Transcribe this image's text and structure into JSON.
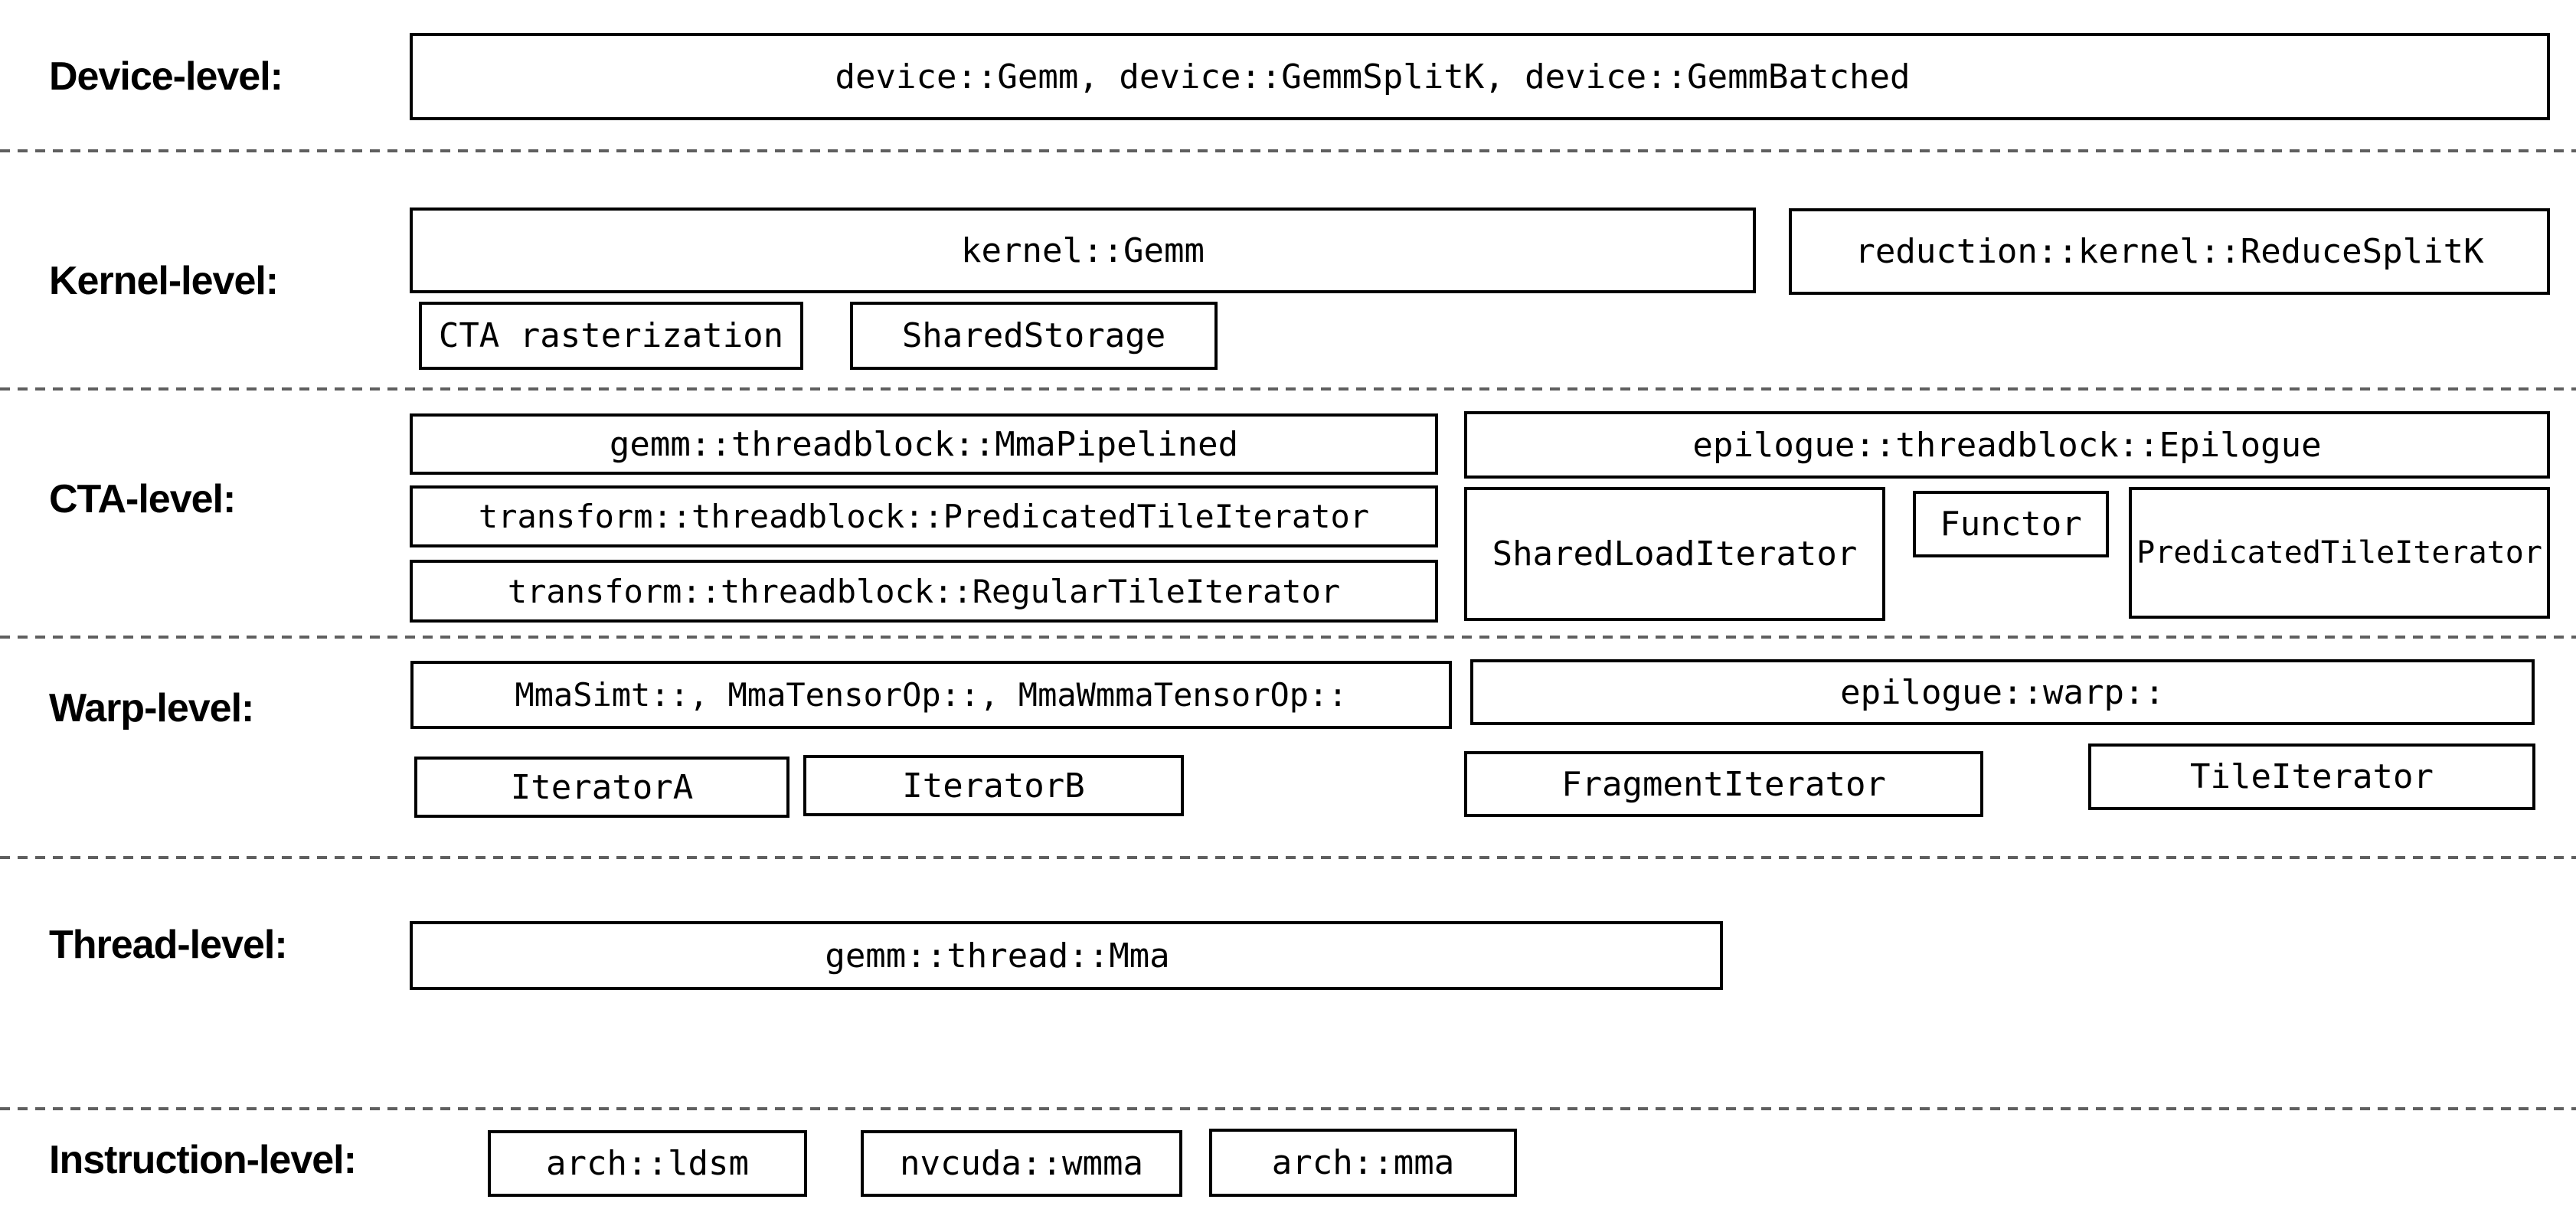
{
  "diagram": "hierarchy-of-levels",
  "colors": {
    "background": "#ffffff",
    "box_border": "#000000",
    "text": "#000000",
    "divider": "#5f5f5f"
  },
  "rows": {
    "device": {
      "label": "Device-level:",
      "boxes": [
        {
          "label": "device::Gemm, device::GemmSplitK, device::GemmBatched"
        }
      ]
    },
    "kernel": {
      "label": "Kernel-level:",
      "boxes": [
        {
          "label": "kernel::Gemm"
        },
        {
          "label": "reduction::kernel::ReduceSplitK"
        },
        {
          "label": "CTA rasterization"
        },
        {
          "label": "SharedStorage"
        }
      ]
    },
    "cta": {
      "label": "CTA-level:",
      "boxes": [
        {
          "label": "gemm::threadblock::MmaPipelined"
        },
        {
          "label": "transform::threadblock::PredicatedTileIterator"
        },
        {
          "label": "transform::threadblock::RegularTileIterator"
        },
        {
          "label": "epilogue::threadblock::Epilogue"
        },
        {
          "label": "SharedLoadIterator"
        },
        {
          "label": "Functor"
        },
        {
          "label": "PredicatedTileIterator"
        }
      ]
    },
    "warp": {
      "label": "Warp-level:",
      "boxes": [
        {
          "label": "MmaSimt::, MmaTensorOp::, MmaWmmaTensorOp::"
        },
        {
          "label": "epilogue::warp::"
        },
        {
          "label": "IteratorA"
        },
        {
          "label": "IteratorB"
        },
        {
          "label": "FragmentIterator"
        },
        {
          "label": "TileIterator"
        }
      ]
    },
    "thread": {
      "label": "Thread-level:",
      "boxes": [
        {
          "label": "gemm::thread::Mma"
        }
      ]
    },
    "instruction": {
      "label": "Instruction-level:",
      "boxes": [
        {
          "label": "arch::ldsm"
        },
        {
          "label": "nvcuda::wmma"
        },
        {
          "label": "arch::mma"
        }
      ]
    }
  }
}
